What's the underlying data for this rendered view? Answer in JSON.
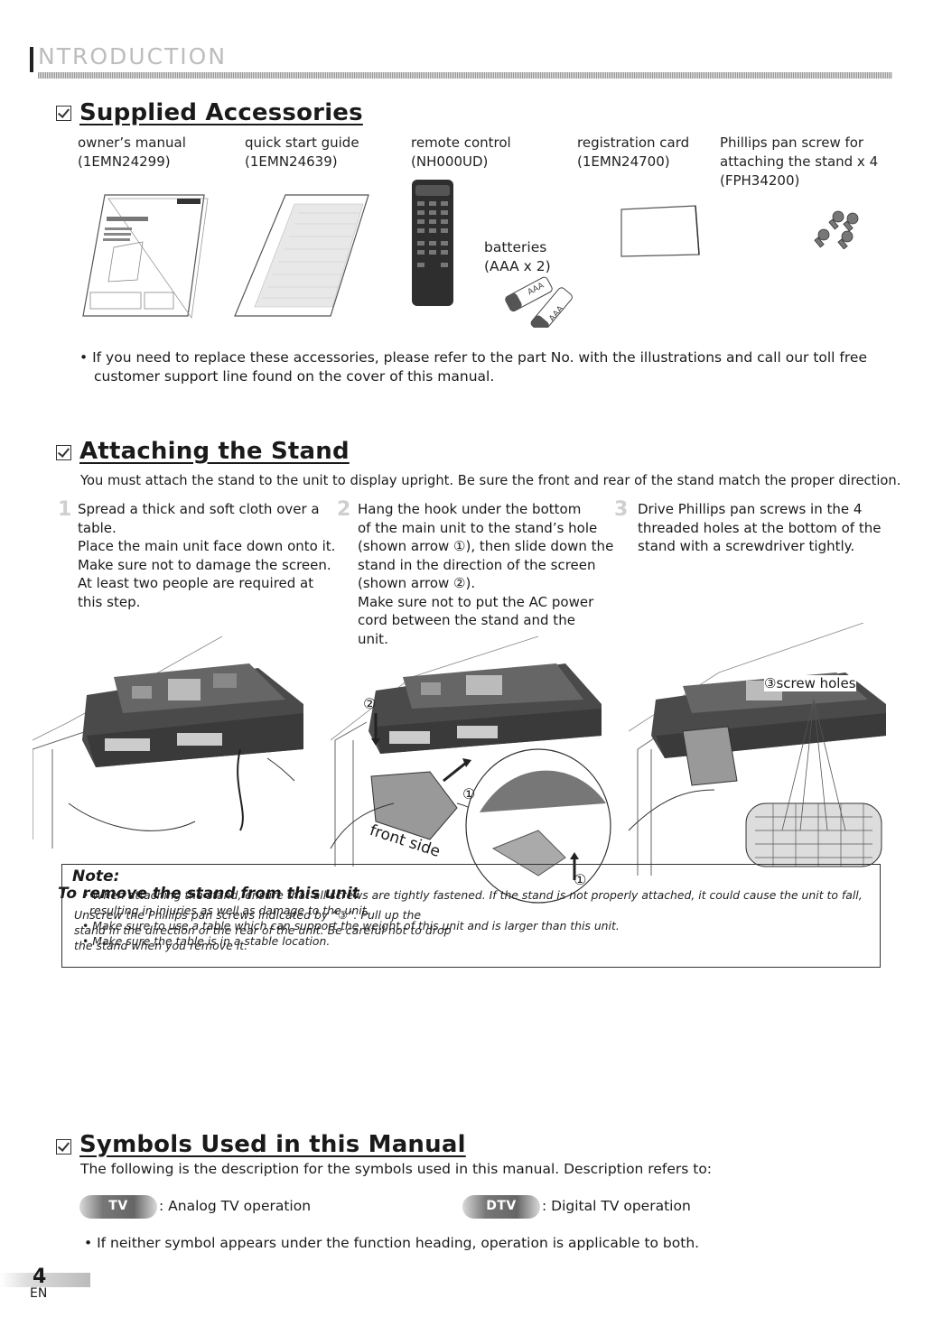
{
  "header": {
    "title": "NTRODUCTION"
  },
  "supplied": {
    "title": "Supplied Accessories",
    "items": [
      {
        "line1": "owner’s manual",
        "line2": "(1EMN24299)"
      },
      {
        "line1": "quick start guide",
        "line2": "(1EMN24639)"
      },
      {
        "line1": "remote control",
        "line2": "(NH000UD)"
      },
      {
        "line1": "registration card",
        "line2": "(1EMN24700)"
      },
      {
        "line1": "Phillips pan screw for",
        "line2": "attaching the stand x 4",
        "line3": "(FPH34200)"
      }
    ],
    "batteries_line1": "batteries",
    "batteries_line2": "(AAA x 2)",
    "battery_mark": "AAA",
    "note_line1": "If you need to replace these accessories, please refer to the part No. with the illustrations and call our toll free",
    "note_line2": "customer support line found on the cover of this manual."
  },
  "stand": {
    "title": "Attaching the Stand",
    "intro": "You must attach the stand to the unit to display upright. Be sure the front and rear of the stand match the proper direction.",
    "step1": {
      "num": "1",
      "lines": [
        "Spread a thick and soft cloth over a",
        "table.",
        "Place the main unit face down onto it.",
        "Make sure not to damage the screen.",
        "At least two people are required at",
        "this step."
      ]
    },
    "step2": {
      "num": "2",
      "lines": [
        "Hang the hook under the bottom",
        "of the main unit to the stand’s hole",
        "(shown arrow ①), then slide down the",
        "stand in the direction of the screen",
        "(shown arrow ②).",
        "Make sure not to put the AC power",
        "cord between the stand and the",
        "unit."
      ]
    },
    "step3": {
      "num": "3",
      "lines": [
        "Drive Phillips pan screws in the 4",
        "threaded holes at the bottom of the",
        "stand with a screwdriver tightly."
      ]
    },
    "fig_label_2": "②",
    "fig_label_1a": "①",
    "fig_label_1b": "①",
    "fig_front_side": "front side",
    "fig_screw_holes": "③screw holes"
  },
  "remove": {
    "title": "To remove the stand from this unit",
    "lines": [
      "Unscrew the Phillips pan screws indicated by “③”. Pull up the",
      "stand in the direction of the rear of the unit. Be careful not to drop",
      "the stand when you remove it."
    ]
  },
  "note": {
    "title": "Note:",
    "lines": [
      "• When attaching the stand, ensure that all screws are tightly fastened. If the stand is not properly attached, it could cause the unit to fall,",
      "resulting in injuries as well as damage to the unit.",
      "• Make sure to use a table which can support the weight of this unit and is larger than this unit.",
      "• Make sure the table is in a stable location."
    ]
  },
  "symbols": {
    "title": "Symbols Used in this Manual",
    "intro": "The following is the description for the symbols used in this manual. Description refers to:",
    "tv_badge": "TV",
    "tv_desc": ": Analog TV operation",
    "dtv_badge": "DTV",
    "dtv_desc": ": Digital TV operation",
    "footer_note": "• If neither symbol appears under the function heading, operation is applicable to both."
  },
  "footer": {
    "page_number": "4",
    "lang": "EN"
  }
}
